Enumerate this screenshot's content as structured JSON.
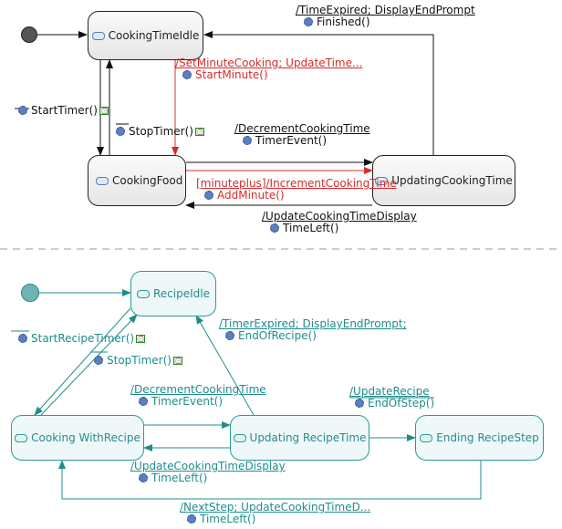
{
  "top_machine": {
    "states": {
      "cooking_time_idle": "CookingTimeIdle",
      "cooking_food": "CookingFood",
      "updating_cooking_time": "UpdatingCookingTime"
    },
    "transitions": {
      "finished": {
        "trigger": "/TimeExpired; DisplayEndPrompt",
        "operation": "Finished()"
      },
      "start_minute": {
        "trigger": "/SetMinuteCooking; UpdateTime...",
        "operation": "StartMinute()"
      },
      "start_timer": {
        "operation": "StartTimer()"
      },
      "stop_timer": {
        "operation": "StopTimer()"
      },
      "timer_event": {
        "trigger": "/DecrementCookingTime",
        "operation": "TimerEvent()"
      },
      "add_minute": {
        "trigger": "[minuteplus]/IncrementCookingTime",
        "operation": "AddMinute()"
      },
      "time_left": {
        "trigger": "/UpdateCookingTimeDisplay",
        "operation": "TimeLeft()"
      }
    }
  },
  "bottom_machine": {
    "states": {
      "recipe_idle": "RecipeIdle",
      "cooking_with_recipe": "Cooking WithRecipe",
      "updating_recipe_time": "Updating RecipeTime",
      "ending_recipe_step": "Ending RecipeStep"
    },
    "transitions": {
      "end_of_recipe": {
        "trigger": "/TimerExpired; DisplayEndPrompt;",
        "operation": "EndOfRecipe()"
      },
      "start_recipe_timer": {
        "operation": "StartRecipeTimer()"
      },
      "stop_timer": {
        "operation": "StopTimer()"
      },
      "timer_event": {
        "trigger": "/DecrementCookingTime",
        "operation": "TimerEvent()"
      },
      "end_of_step": {
        "trigger": "/UpdateRecipe",
        "operation": "EndOfStep()"
      },
      "time_left": {
        "trigger": "/UpdateCookingTimeDisplay",
        "operation": "TimeLeft()"
      },
      "next_step": {
        "trigger": "/NextStep; UpdateCookingTimeD...",
        "operation": "TimeLeft()"
      }
    }
  },
  "colors": {
    "top_line": "#111111",
    "highlight": "#d52b2b",
    "bottom_line": "#208c8c",
    "separator": "#999999"
  }
}
